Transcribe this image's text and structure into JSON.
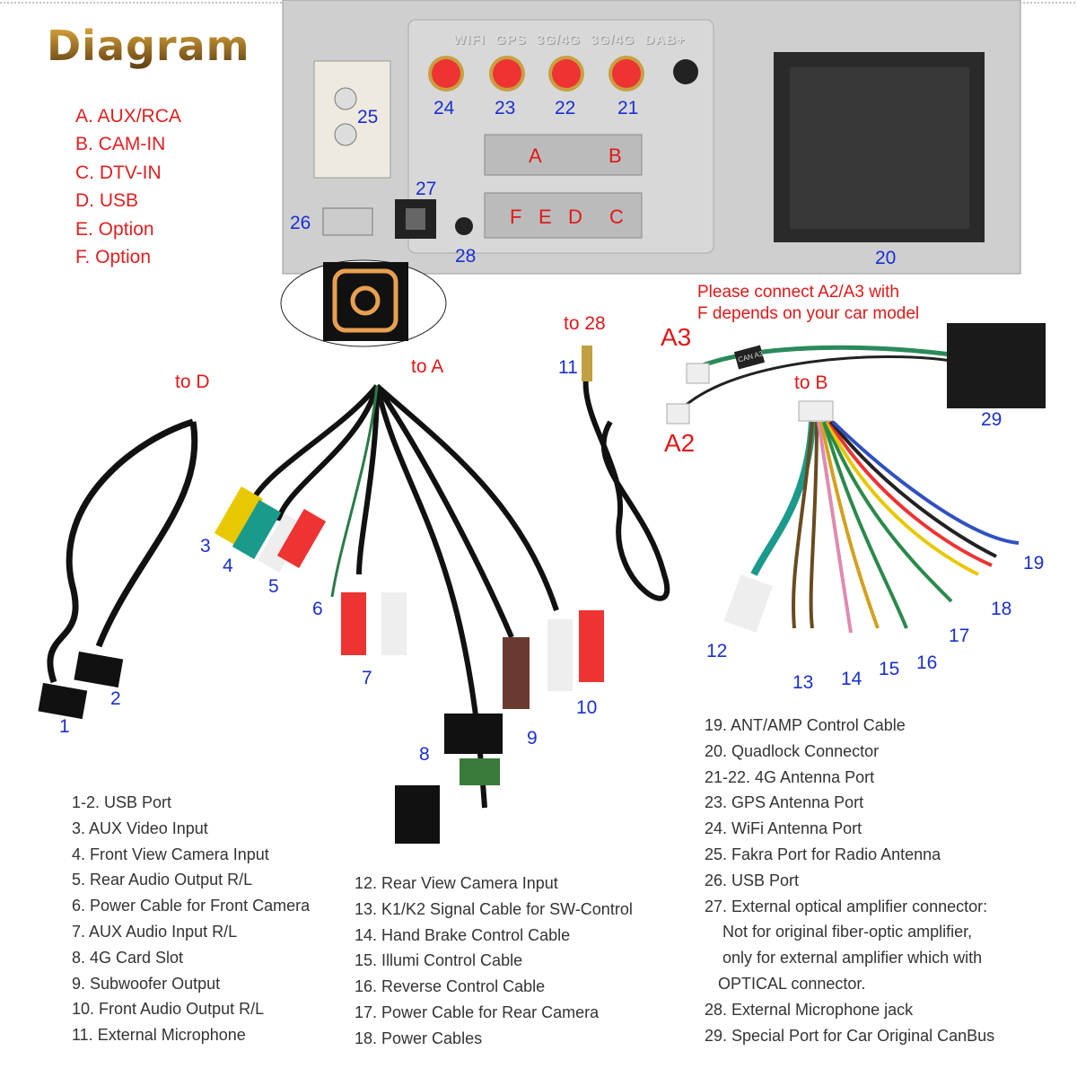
{
  "title": "Diagram",
  "port_legend": [
    "A. AUX/RCA",
    "B. CAM-IN",
    "C. DTV-IN",
    "D. USB",
    "E. Option",
    "F. Option"
  ],
  "panel_labels": "WIFI GPS 3G/4G 3G/4G DAB+",
  "connector_letters": {
    "A": "A",
    "B": "B",
    "F": "F",
    "E": "E",
    "D": "D",
    "C": "C"
  },
  "callouts": {
    "n1": "1",
    "n2": "2",
    "n3": "3",
    "n4": "4",
    "n5": "5",
    "n6": "6",
    "n7": "7",
    "n8": "8",
    "n9": "9",
    "n10": "10",
    "n11": "11",
    "n12": "12",
    "n13": "13",
    "n14": "14",
    "n15": "15",
    "n16": "16",
    "n17": "17",
    "n18": "18",
    "n19": "19",
    "n20": "20",
    "n21": "21",
    "n22": "22",
    "n23": "23",
    "n24": "24",
    "n25": "25",
    "n26": "26",
    "n27": "27",
    "n28": "28",
    "n29": "29"
  },
  "targets": {
    "to_d": "to D",
    "to_a": "to A",
    "to_28": "to 28",
    "to_b": "to B",
    "a3": "A3",
    "a2": "A2"
  },
  "note": [
    "Please connect A2/A3 with",
    "F depends on your car model"
  ],
  "cable_tag": "CAN A3",
  "list_left": [
    "1-2. USB Port",
    "3. AUX Video Input",
    "4. Front View Camera Input",
    "5. Rear Audio Output R/L",
    "6. Power Cable for Front Camera",
    "7. AUX Audio Input R/L",
    "8. 4G Card Slot",
    "9. Subwoofer Output",
    "10. Front Audio Output R/L",
    "11. External Microphone"
  ],
  "list_middle": [
    "12. Rear View Camera Input",
    "13. K1/K2 Signal Cable for SW-Control",
    "14. Hand Brake Control Cable",
    "15. Illumi Control Cable",
    "16. Reverse Control Cable",
    "17. Power Cable for Rear Camera",
    "18. Power Cables"
  ],
  "list_right": [
    "19. ANT/AMP Control Cable",
    "20. Quadlock Connector",
    "21-22. 4G Antenna Port",
    "23. GPS Antenna Port",
    "24. WiFi Antenna Port",
    "25. Fakra Port for Radio Antenna",
    "26. USB Port",
    "27. External optical amplifier connector:",
    "    Not for original fiber-optic amplifier,",
    "    only for external amplifier which with",
    "   OPTICAL connector.",
    "28. External Microphone jack",
    "29. Special Port for Car Original CanBus"
  ]
}
